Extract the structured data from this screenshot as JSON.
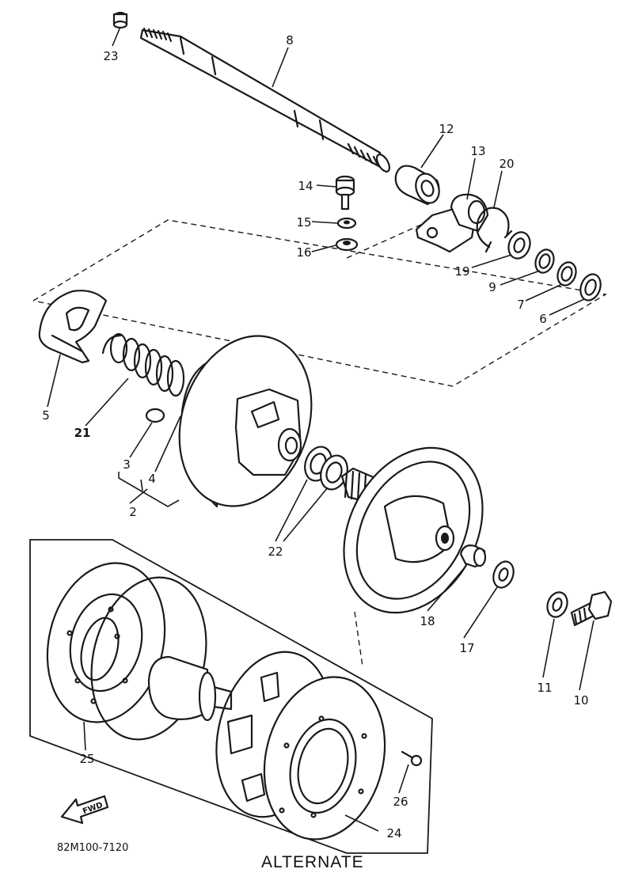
{
  "callouts": {
    "c23": "23",
    "c8": "8",
    "c12": "12",
    "c13": "13",
    "c14": "14",
    "c20": "20",
    "c15": "15",
    "c16": "16",
    "c19": "19",
    "c9": "9",
    "c7": "7",
    "c6": "6",
    "c5": "5",
    "c21": "21",
    "c3": "3",
    "c4": "4",
    "c2": "2",
    "c22": "22",
    "c18": "18",
    "c17": "17",
    "c11": "11",
    "c10": "10",
    "c25": "25",
    "c26": "26",
    "c24": "24"
  },
  "fwd_label": "FWD",
  "drawing_code": "82M100-7120",
  "alternate_label": "ALTERNATE"
}
